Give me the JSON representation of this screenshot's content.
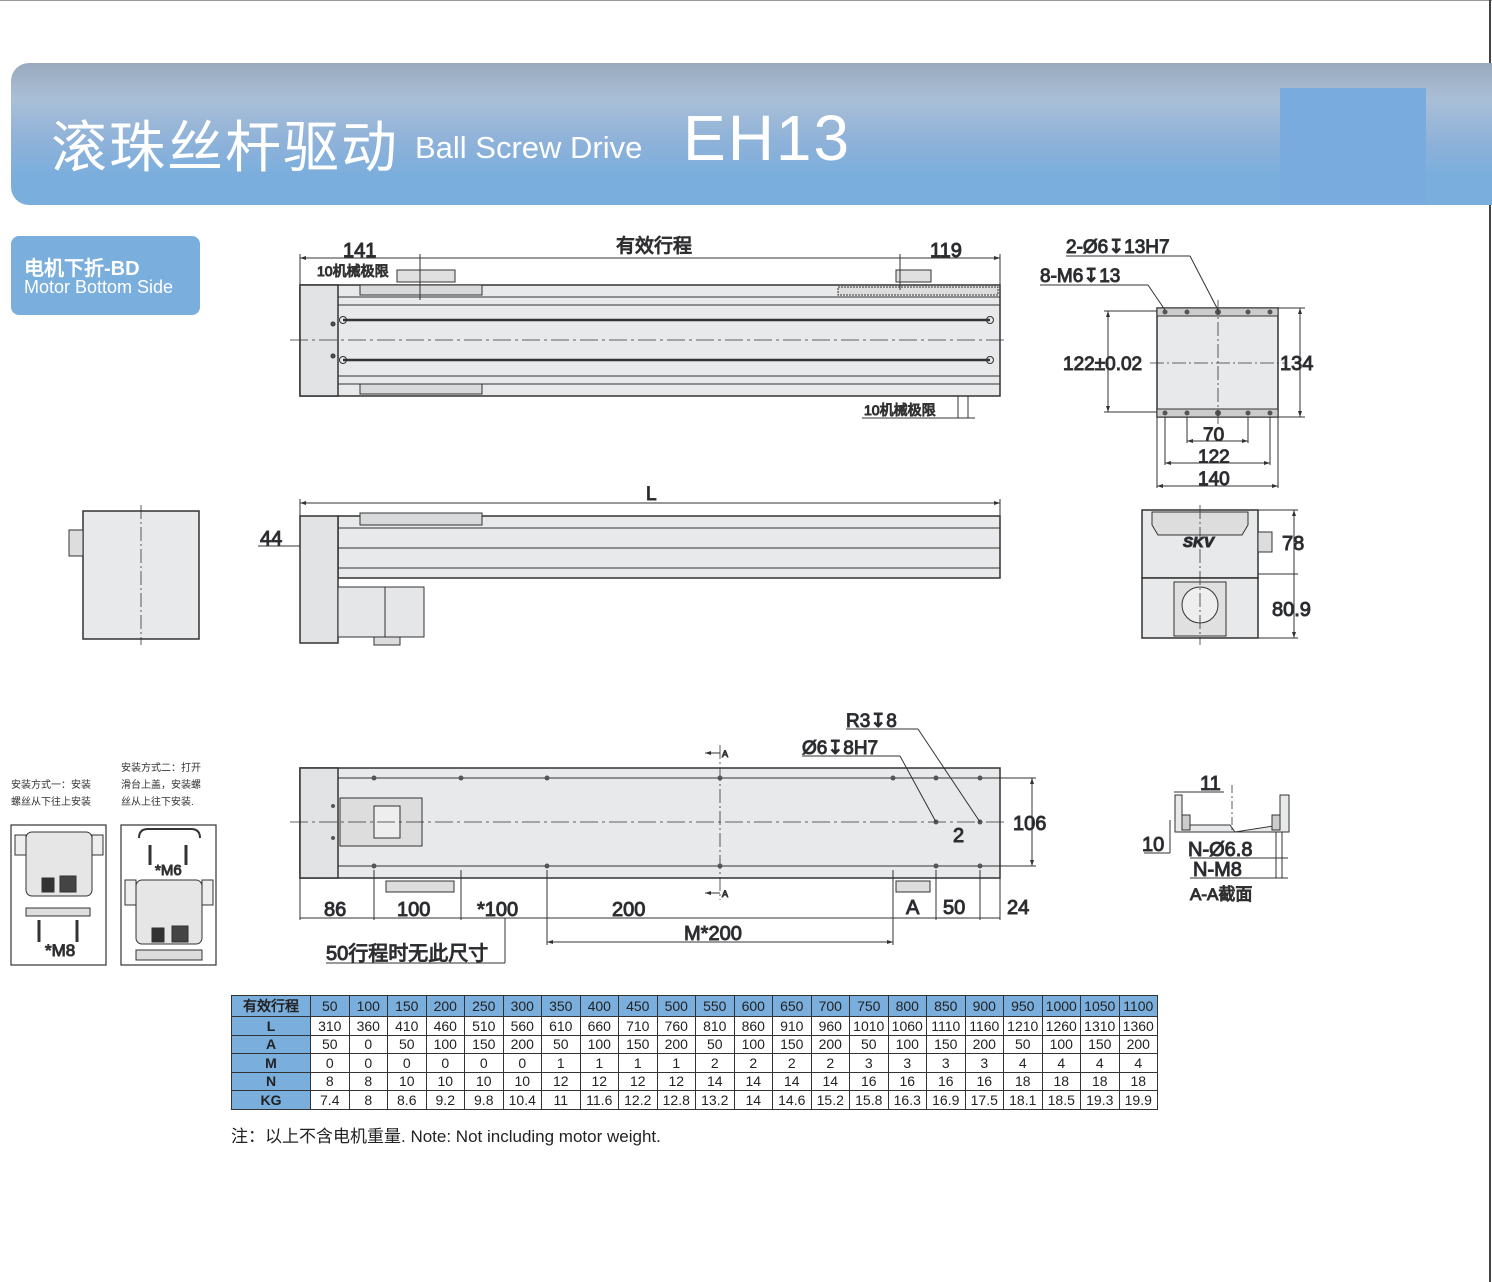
{
  "header": {
    "title_cn": "滚珠丝杆驱动",
    "title_en": "Ball Screw Drive",
    "model": "EH13"
  },
  "badge": {
    "line1": "电机下折-BD",
    "line2": "Motor Bottom Side"
  },
  "top_view": {
    "dim_141": "141",
    "stroke_label": "有效行程",
    "dim_119": "119",
    "limit_left": "10机械极限",
    "limit_right": "10机械极限"
  },
  "end_view_top": {
    "holes_a": "2-Ø6↧13H7",
    "holes_b": "8-M6↧13",
    "dim_122_tol": "122±0.02",
    "dim_134": "134",
    "dim_70": "70",
    "dim_122": "122",
    "dim_140": "140"
  },
  "side_view": {
    "dim_L": "L",
    "dim_44": "44"
  },
  "end_view_motor": {
    "logo": "SKV",
    "dim_78": "78",
    "dim_80_9": "80.9"
  },
  "bottom_view": {
    "r3": "R3↧8",
    "pin": "Ø6↧8H7",
    "section_mark": "A",
    "dim_106": "106",
    "dim_2": "2",
    "dim_86": "86",
    "dim_100": "100",
    "dim_star100": "*100",
    "dim_200": "200",
    "dim_A": "A",
    "dim_50": "50",
    "dim_24": "24",
    "dim_M200": "M*200",
    "note_50": "50行程时无此尺寸"
  },
  "section_aa": {
    "dim_11": "11",
    "dim_10": "10",
    "holes_n": "N-Ø6.8",
    "thread_n": "N-M8",
    "title": "A-A截面"
  },
  "install": {
    "method1_line1": "安装方式一：安装",
    "method1_line2": "螺丝从下往上安装",
    "method2_line1": "安装方式二：打开",
    "method2_line2": "滑台上盖，安装螺",
    "method2_line3": "丝从上往下安装.",
    "m8": "*M8",
    "m6": "*M6"
  },
  "spec_table": {
    "headers": [
      "有效行程",
      "50",
      "100",
      "150",
      "200",
      "250",
      "300",
      "350",
      "400",
      "450",
      "500",
      "550",
      "600",
      "650",
      "700",
      "750",
      "800",
      "850",
      "900",
      "950",
      "1000",
      "1050",
      "1100"
    ],
    "rows": [
      [
        "L",
        "310",
        "360",
        "410",
        "460",
        "510",
        "560",
        "610",
        "660",
        "710",
        "760",
        "810",
        "860",
        "910",
        "960",
        "1010",
        "1060",
        "1110",
        "1160",
        "1210",
        "1260",
        "1310",
        "1360"
      ],
      [
        "A",
        "50",
        "0",
        "50",
        "100",
        "150",
        "200",
        "50",
        "100",
        "150",
        "200",
        "50",
        "100",
        "150",
        "200",
        "50",
        "100",
        "150",
        "200",
        "50",
        "100",
        "150",
        "200"
      ],
      [
        "M",
        "0",
        "0",
        "0",
        "0",
        "0",
        "0",
        "1",
        "1",
        "1",
        "1",
        "2",
        "2",
        "2",
        "2",
        "3",
        "3",
        "3",
        "3",
        "4",
        "4",
        "4",
        "4"
      ],
      [
        "N",
        "8",
        "8",
        "10",
        "10",
        "10",
        "10",
        "12",
        "12",
        "12",
        "12",
        "14",
        "14",
        "14",
        "14",
        "16",
        "16",
        "16",
        "16",
        "18",
        "18",
        "18",
        "18"
      ],
      [
        "KG",
        "7.4",
        "8",
        "8.6",
        "9.2",
        "9.8",
        "10.4",
        "11",
        "11.6",
        "12.2",
        "12.8",
        "13.2",
        "14",
        "14.6",
        "15.2",
        "15.8",
        "16.3",
        "16.9",
        "17.5",
        "18.1",
        "18.5",
        "19.3",
        "19.9"
      ]
    ],
    "note": "注：以上不含电机重量. Note: Not including motor weight."
  },
  "colors": {
    "accent": "#7aaedd",
    "line": "#333333"
  }
}
